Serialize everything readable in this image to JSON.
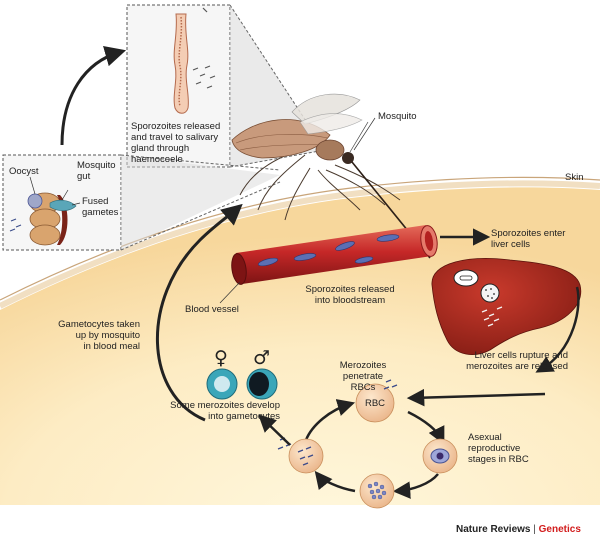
{
  "labels": {
    "sporozoites_salivary": "Sporozoites released\nand travel to salivary\ngland through\nhaemocoele",
    "mosquito": "Mosquito",
    "oocyst": "Oocyst",
    "mosquito_gut": "Mosquito\ngut",
    "fused_gametes": "Fused\ngametes",
    "skin": "Skin",
    "sporozoites_enter_liver": "Sporozoites enter\nliver cells",
    "blood_vessel": "Blood vessel",
    "sporozoites_bloodstream": "Sporozoites released\ninto bloodstream",
    "gametocytes_taken_up": "Gametocytes taken\nup by mosquito\nin blood meal",
    "liver_rupture": "Liver cells rupture and\nmerozoites are released",
    "merozoites_penetrate": "Merozoites\npenetrate\nRBCs",
    "rbc": "RBC",
    "some_merozoites": "Some merozoites develop\ninto gametocytes",
    "asexual_stages": "Asexual\nreproductive\nstages in RBC",
    "female_symbol": "♀",
    "male_symbol": "♂"
  },
  "credit": {
    "journal": "Nature Reviews",
    "separator": " | ",
    "section": "Genetics"
  },
  "colors": {
    "skin_fill": "#fdecc4",
    "vessel_red": "#c62828",
    "liver_red": "#a3261c",
    "rbc_fill": "#f6cfa2",
    "gametocyte_teal": "#3aa6b9",
    "credit_accent": "#d21c1c"
  }
}
